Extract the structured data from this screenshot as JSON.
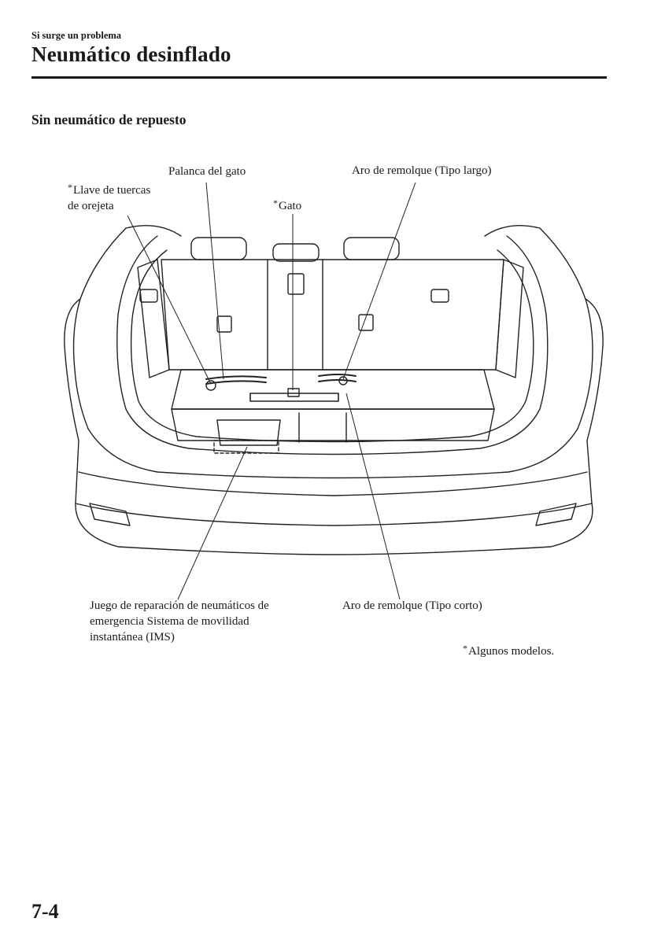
{
  "header": {
    "section": "Si surge un problema",
    "title": "Neumático desinflado"
  },
  "subheading": "Sin neumático de repuesto",
  "callouts": {
    "lug_wrench_line1": "Llave de tuercas",
    "lug_wrench_line2": "de orejeta",
    "jack_lever": "Palanca del gato",
    "jack": "Gato",
    "tow_hook_long": "Aro de remolque (Tipo largo)",
    "repair_kit_line1": "Juego de reparación de neumáticos de",
    "repair_kit_line2": "emergencia Sistema de movilidad",
    "repair_kit_line3": "instantánea (IMS)",
    "tow_hook_short": "Aro de remolque (Tipo corto)"
  },
  "footnote": "Algunos modelos.",
  "asterisk": "*",
  "page_number": "7-4"
}
